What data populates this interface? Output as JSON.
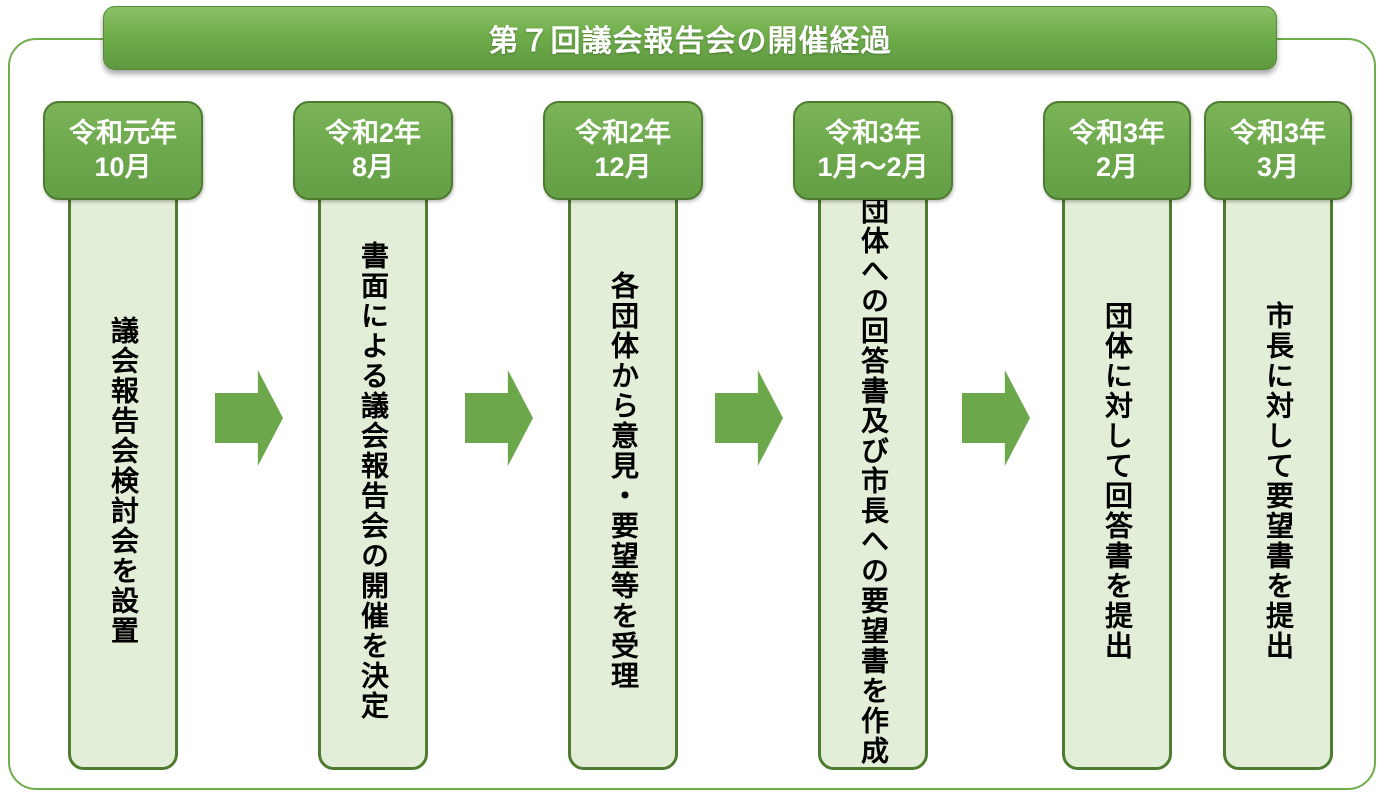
{
  "title": "第７回議会報告会の開催経過",
  "colors": {
    "banner_green": "#6fad4b",
    "header_green": "#6ca74c",
    "header_border": "#4e7b2f",
    "bar_fill": "#e3eed8",
    "frame_border": "#6fae4c",
    "arrow_green": "#6ca74c",
    "text_dark": "#000000",
    "text_light": "#ffffff"
  },
  "stages": [
    {
      "date": "令和元年\n10月",
      "description": "議会報告会検討会を設置"
    },
    {
      "date": "令和2年\n8月",
      "description": "書面による議会報告会の開催を決定"
    },
    {
      "date": "令和2年\n12月",
      "description": "各団体から意見・要望等を受理"
    },
    {
      "date": "令和3年\n1月～2月",
      "description": "団体への回答書及び市長への要望書を作成"
    },
    {
      "date": "令和3年\n2月",
      "description": "団体に対して回答書を提出"
    },
    {
      "date": "令和3年\n3月",
      "description": "市長に対して要望書を提出"
    }
  ],
  "arrows": [
    {
      "name": "arrow-stage1-to-stage2"
    },
    {
      "name": "arrow-stage2-to-stage3"
    },
    {
      "name": "arrow-stage3-to-stage4"
    },
    {
      "name": "arrow-stage4-to-stage5"
    }
  ]
}
